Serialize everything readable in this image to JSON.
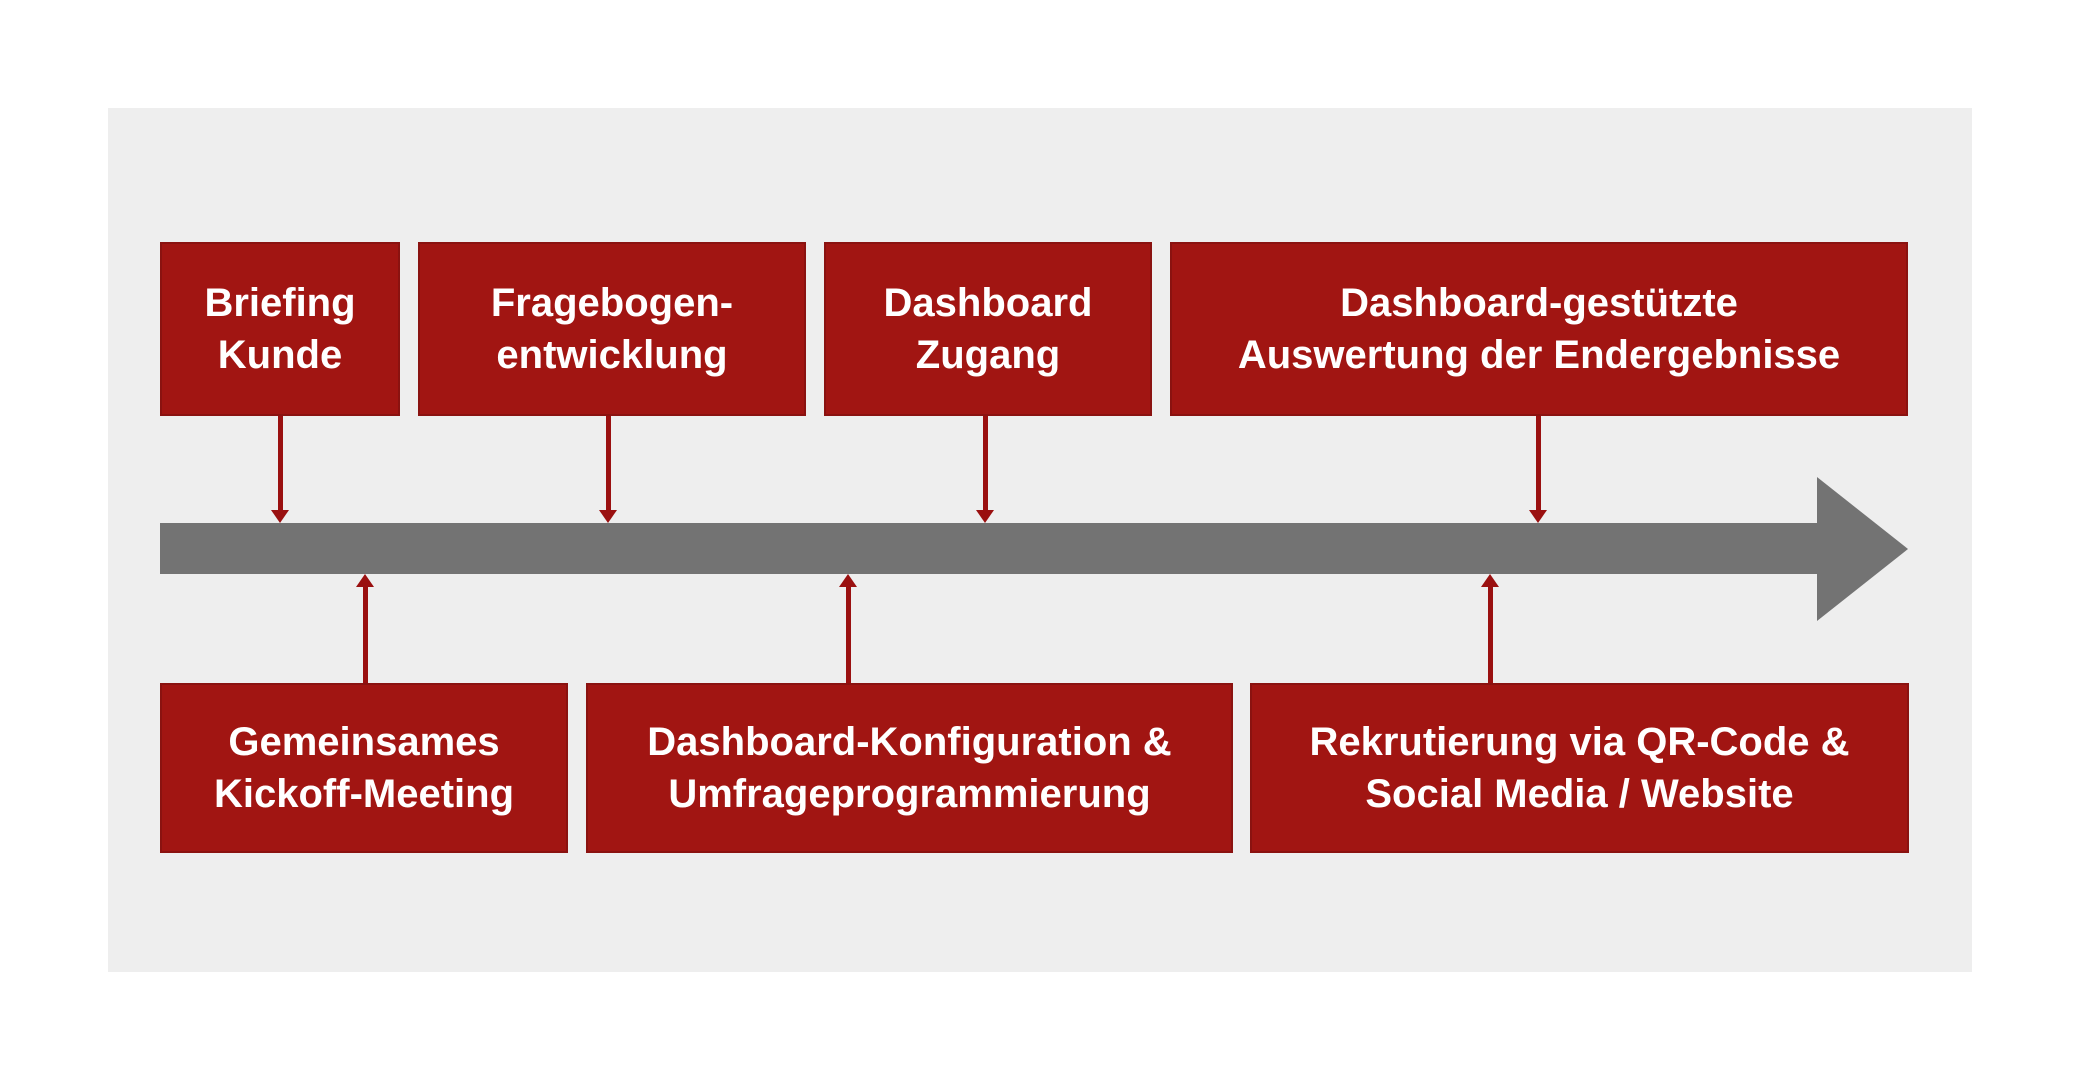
{
  "diagram": {
    "type": "process-timeline",
    "direction": "left-to-right",
    "top_boxes": [
      {
        "line1": "Briefing",
        "line2": "Kunde"
      },
      {
        "line1": "Fragebogen-",
        "line2": "entwicklung"
      },
      {
        "line1": "Dashboard",
        "line2": "Zugang"
      },
      {
        "line1": "Dashboard-gestützte",
        "line2": "Auswertung der Endergebnisse"
      }
    ],
    "bottom_boxes": [
      {
        "line1": "Gemeinsames",
        "line2": "Kickoff-Meeting"
      },
      {
        "line1": "Dashboard-Konfiguration &",
        "line2": "Umfrageprogrammierung"
      },
      {
        "line1": "Rekrutierung via QR-Code &",
        "line2": "Social Media / Website"
      }
    ]
  },
  "colors": {
    "box-red": "#A11512",
    "box-border": "#8A1210",
    "connector-red": "#9A1010",
    "timeline-gray": "#737373",
    "panel-bg": "#EEEEEE",
    "page-bg": "#FFFFFF",
    "box-text": "#FFFFFF"
  }
}
